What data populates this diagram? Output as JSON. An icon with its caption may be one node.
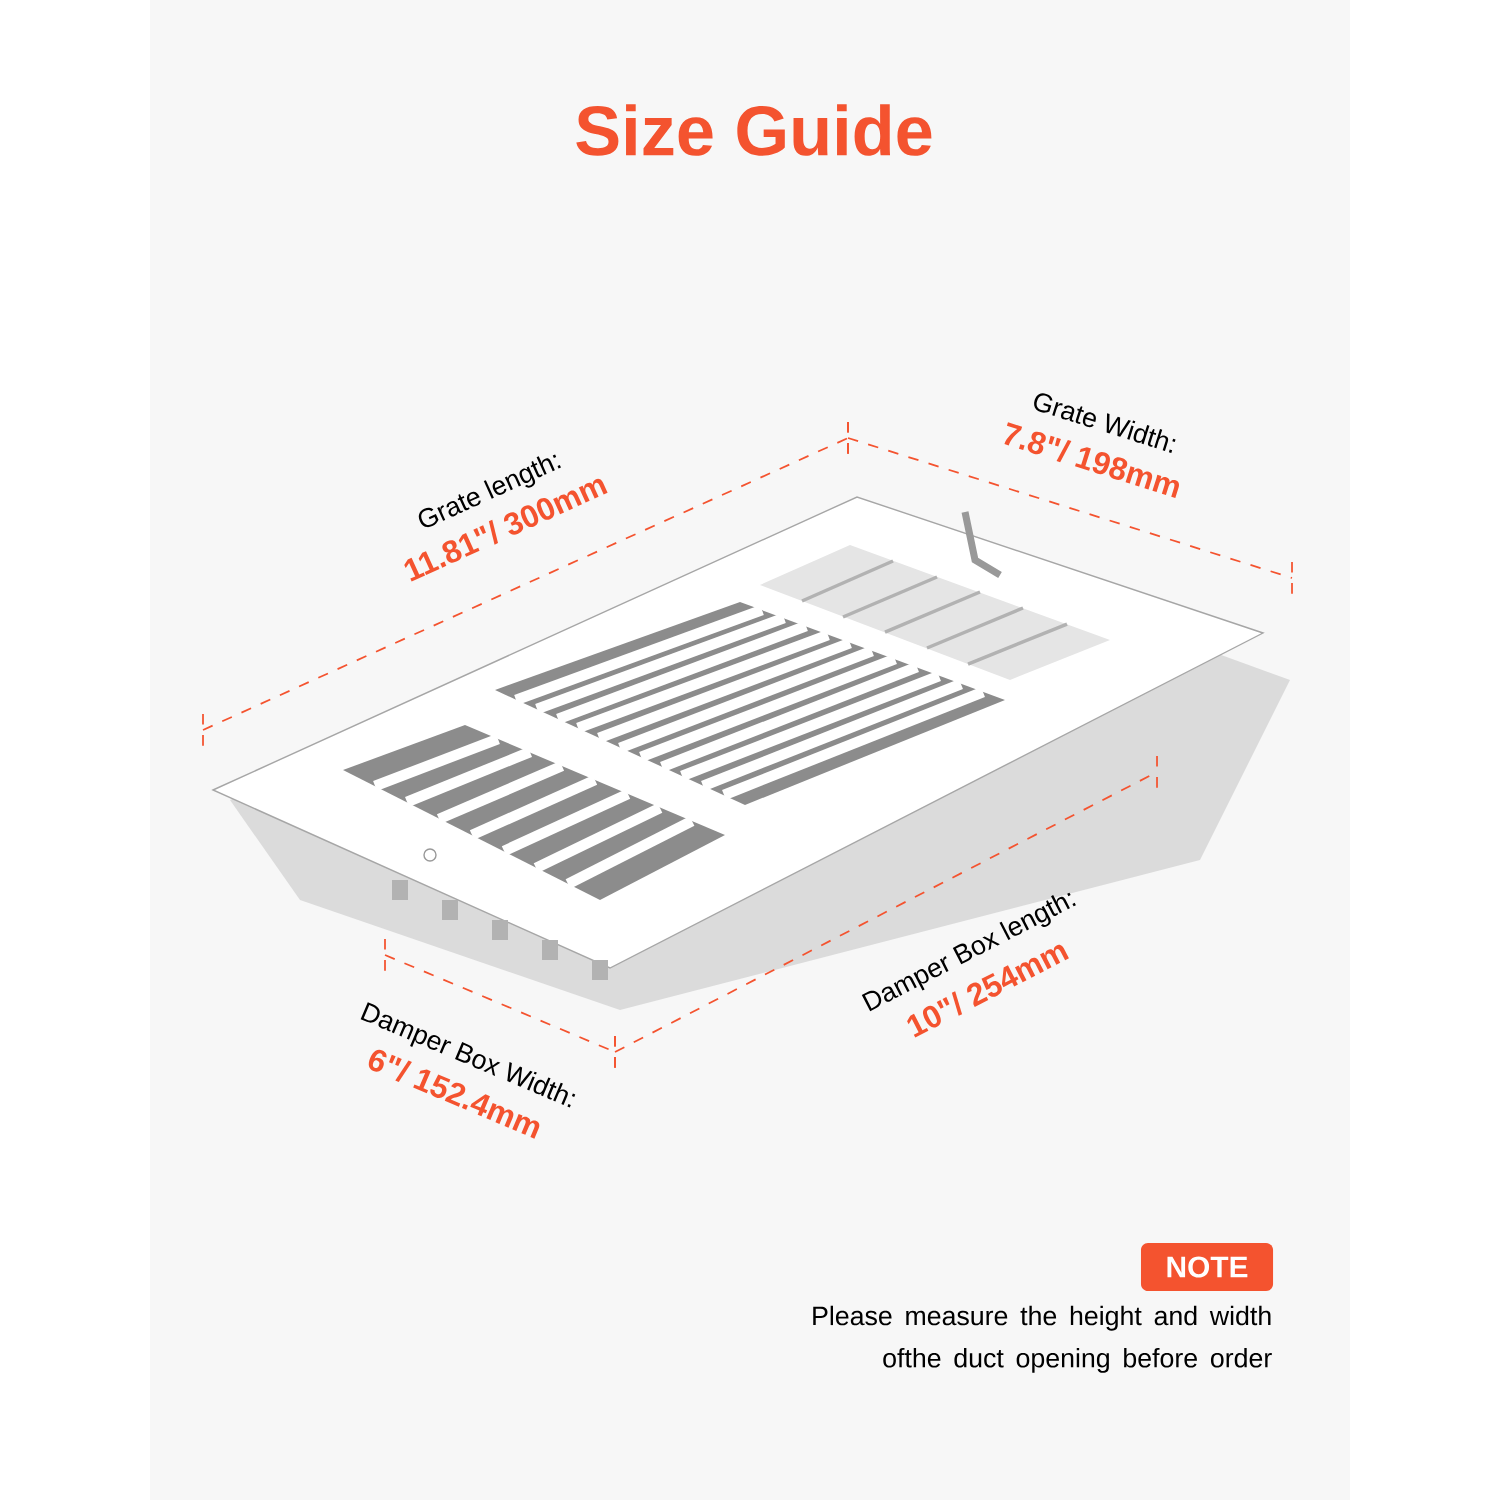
{
  "diagram": {
    "title": "Size Guide",
    "nodes": [
      {
        "text": [
          "NOTE"
        ],
        "beside": [
          "Please measure the height and width ofthe duct opening before order"
        ]
      }
    ],
    "labels": [
      "Grate length:",
      "11.81\"/ 300mm",
      "Grate Width:",
      "7.8\"/ 198mm",
      "Damper Box length:",
      "10\"/ 254mm",
      "Damper Box Width:",
      "6\"/ 152.4mm"
    ]
  }
}
